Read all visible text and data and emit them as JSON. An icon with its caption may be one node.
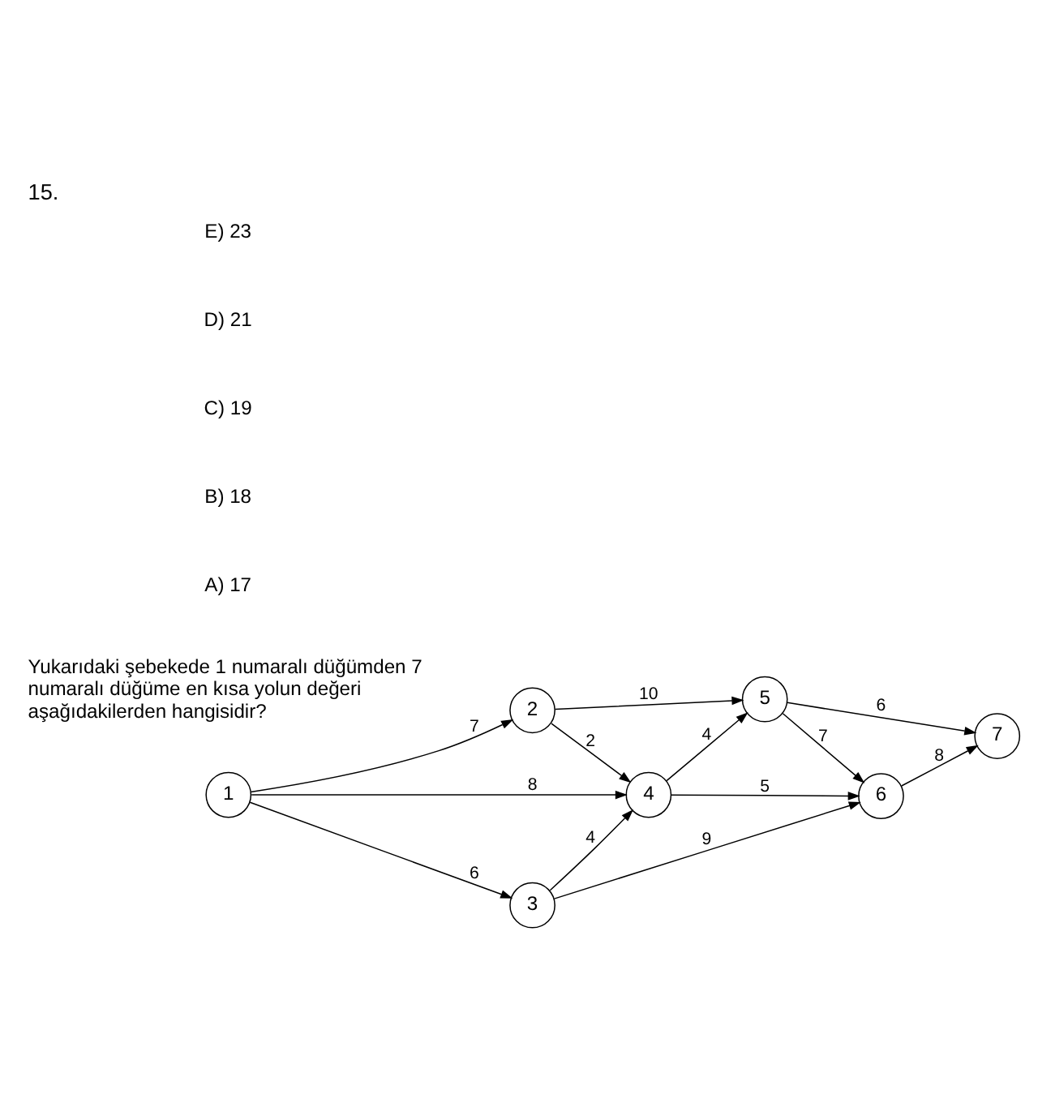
{
  "diagram": {
    "title": "15.",
    "nodes": [
      {
        "text": [
          "1"
        ]
      },
      {
        "text": [
          "2"
        ]
      },
      {
        "text": [
          "3"
        ]
      },
      {
        "text": [
          "4"
        ]
      },
      {
        "text": [
          "5"
        ]
      },
      {
        "text": [
          "6"
        ]
      },
      {
        "text": [
          "7"
        ]
      }
    ],
    "edges": [
      {
        "from": 0,
        "to": 1,
        "arrow": "to",
        "label": "7"
      },
      {
        "from": 0,
        "to": 3,
        "arrow": "to",
        "label": "8"
      },
      {
        "from": 0,
        "to": 2,
        "arrow": "to",
        "label": "6"
      },
      {
        "from": 1,
        "to": 4,
        "arrow": "to",
        "label": "10"
      },
      {
        "from": 1,
        "to": 3,
        "arrow": "to",
        "label": "2"
      },
      {
        "from": 2,
        "to": 3,
        "arrow": "to",
        "label": "4"
      },
      {
        "from": 2,
        "to": 5,
        "arrow": "to",
        "label": "9"
      },
      {
        "from": 3,
        "to": 4,
        "arrow": "to",
        "label": "4"
      },
      {
        "from": 3,
        "to": 5,
        "arrow": "to",
        "label": "5"
      },
      {
        "from": 4,
        "to": 5,
        "arrow": "to",
        "label": "7"
      },
      {
        "from": 4,
        "to": 6,
        "arrow": "to",
        "label": "6"
      },
      {
        "from": 5,
        "to": 6,
        "arrow": "to",
        "label": "8"
      }
    ],
    "labels": [
      "Yukarıdaki şebekede 1 numaralı düğümden 7 numaralı düğüme en kısa yolun değeri aşağıdakilerden hangisidir?",
      "A) 17",
      "B) 18",
      "C) 19",
      "D) 21",
      "E) 23"
    ]
  }
}
